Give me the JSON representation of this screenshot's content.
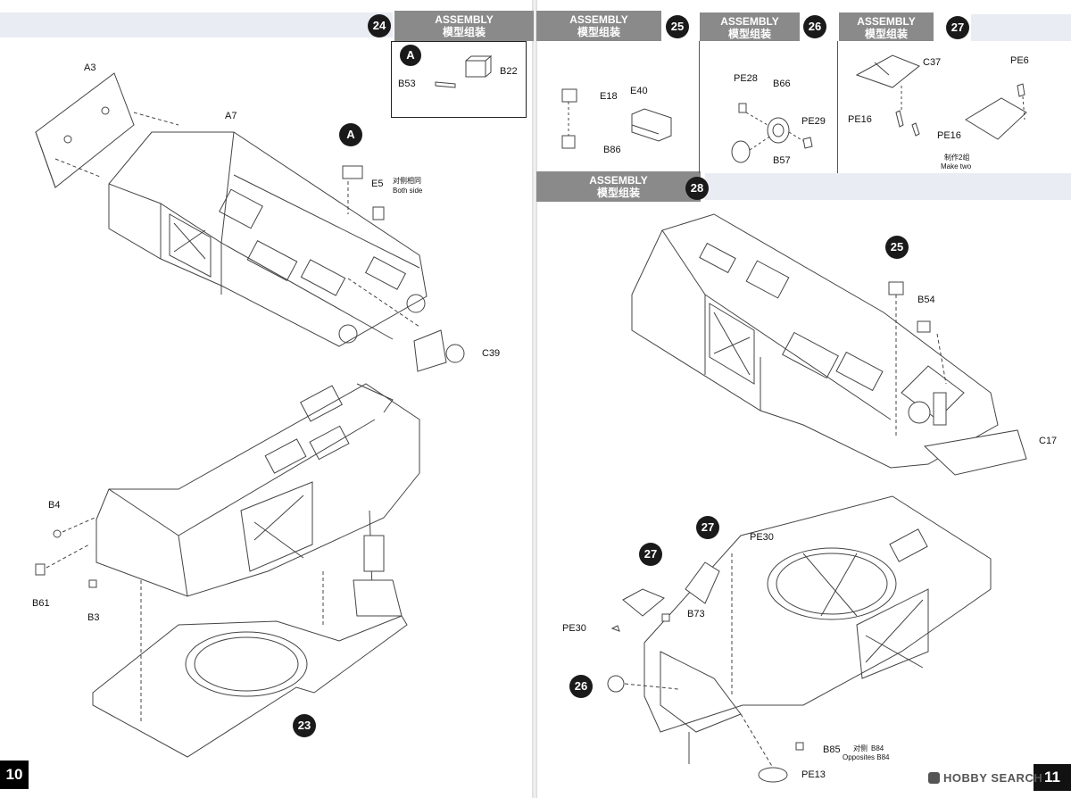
{
  "pages": {
    "left_number": "10",
    "right_number": "11"
  },
  "steps": {
    "s24": {
      "number": "24",
      "title_en": "ASSEMBLY",
      "title_cn": "模型组装"
    },
    "s25": {
      "number": "25",
      "title_en": "ASSEMBLY",
      "title_cn": "模型组装"
    },
    "s26": {
      "number": "26",
      "title_en": "ASSEMBLY",
      "title_cn": "模型组装"
    },
    "s27": {
      "number": "27",
      "title_en": "ASSEMBLY",
      "title_cn": "模型组装"
    },
    "s28": {
      "number": "28",
      "title_en": "ASSEMBLY",
      "title_cn": "模型组装"
    }
  },
  "subassembly_a": {
    "callout": "A",
    "parts": {
      "b22": "B22",
      "b53": "B53"
    }
  },
  "left_parts": {
    "a3": "A3",
    "a7": "A7",
    "e5": "E5",
    "c39": "C39",
    "b4": "B4",
    "b61": "B61",
    "b3": "B3",
    "callout_a": "A",
    "callout_23": "23",
    "note_both_cn": "对侧相同",
    "note_both_en": "Both side"
  },
  "step25_parts": {
    "e18": "E18",
    "e40": "E40",
    "b86": "B86"
  },
  "step26_parts": {
    "pe28": "PE28",
    "b66": "B66",
    "pe29": "PE29",
    "b57": "B57"
  },
  "step27_parts": {
    "c37": "C37",
    "pe6": "PE6",
    "pe16a": "PE16",
    "pe16b": "PE16",
    "note_cn": "制作2组",
    "note_en": "Make two"
  },
  "step28_parts": {
    "callout_25": "25",
    "b54": "B54",
    "c17": "C17",
    "callout_27a": "27",
    "callout_27b": "27",
    "callout_26": "26",
    "pe30a": "PE30",
    "pe30b": "PE30",
    "b73": "B73",
    "b85": "B85",
    "pe13": "PE13",
    "opposite_cn": "对侧",
    "opposite_part": "B84",
    "opposite_en": "Opposites B84"
  },
  "watermark": "HOBBY SEARCH",
  "colors": {
    "header_gray": "#8a8a8a",
    "band": "#e9ecf2",
    "step_circle": "#1a1a1a",
    "line_art": "#444444"
  }
}
